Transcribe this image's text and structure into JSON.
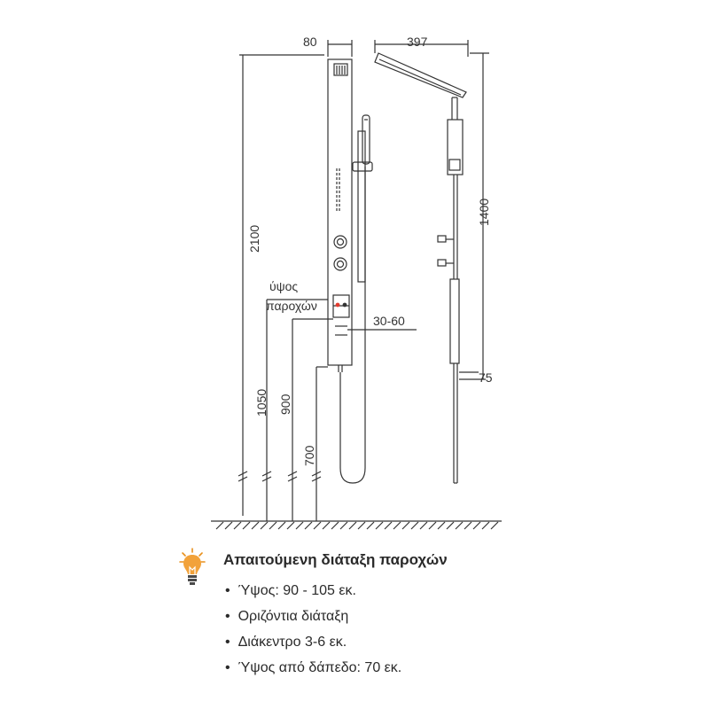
{
  "dimensions": {
    "panel_width": "80",
    "head_projection": "397",
    "total_height": "2100",
    "rail_height": "1400",
    "outlet_height": "1050",
    "inlet_height": "900",
    "floor_offset": "700",
    "inlet_spacing": "30-60",
    "wall_offset": "75"
  },
  "labels": {
    "supply_height_line1": "ύψος",
    "supply_height_line2": "παροχών"
  },
  "note": {
    "title": "Απαιτούμενη διάταξη παροχών",
    "items": [
      "Ύψος: 90 - 105 εκ.",
      "Οριζόντια διάταξη",
      "Διάκεντρο 3-6 εκ.",
      "Ύψος από δάπεδο: 70 εκ."
    ]
  },
  "colors": {
    "line": "#333333",
    "valve_accent": "#e23b2e",
    "bulb": "#f2a23a"
  },
  "icons": {
    "note_icon": "lightbulb-icon"
  }
}
